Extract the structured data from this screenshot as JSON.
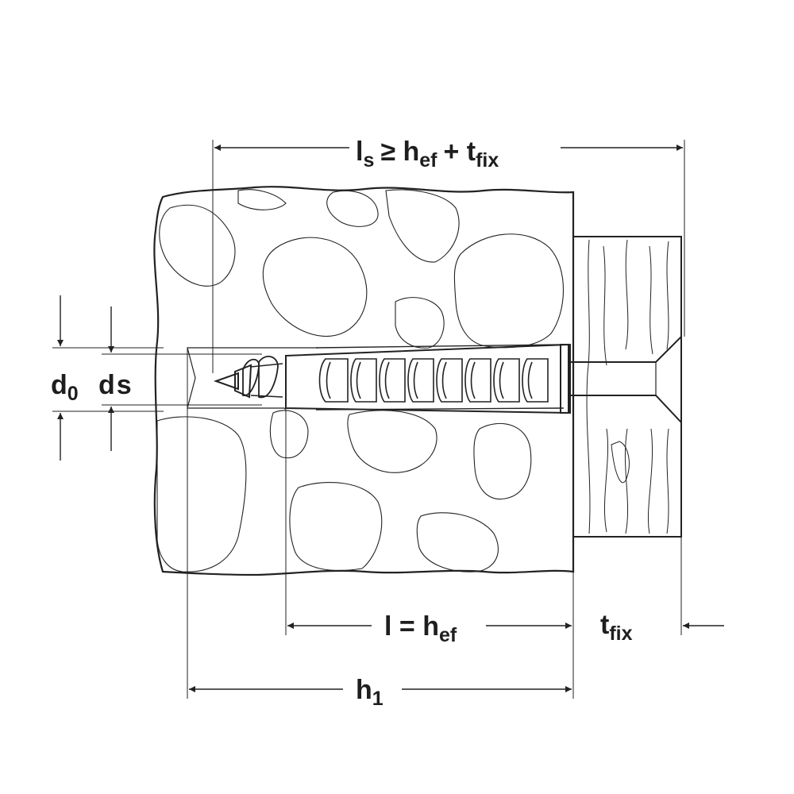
{
  "labels": {
    "ls_main": "l",
    "ls_sub": "s",
    "ls_rel": "≥ h",
    "ls_hef_sub": "ef",
    "ls_plus": "+ t",
    "ls_fix_sub": "fix",
    "l_main": "l = h",
    "l_sub": "ef",
    "tfix_main": "t",
    "tfix_sub": "fix",
    "h1_main": "h",
    "h1_sub": "1",
    "d0_main": "d",
    "d0_sub": "0",
    "ds_main": "d",
    "ds_sub": "s"
  }
}
